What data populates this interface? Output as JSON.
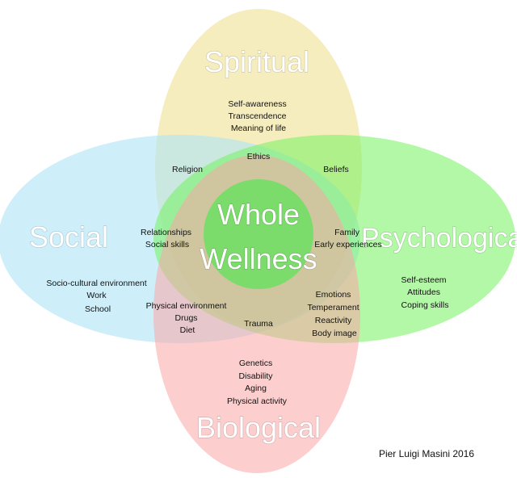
{
  "colors": {
    "spiritual": "#f3e6a6",
    "social": "#aee4f6",
    "psychological": "#74f25e",
    "biological": "#f9a5a5",
    "center": "#5fe35a"
  },
  "titles": {
    "spiritual": "Spiritual",
    "social": "Social",
    "psychological": "Psychological",
    "biological": "Biological",
    "center_line1": "Whole",
    "center_line2": "Wellness"
  },
  "groups": {
    "spiritual": [
      "Self-awareness",
      "Transcendence",
      "Meaning of life"
    ],
    "social": [
      "Socio-cultural environment",
      "Work",
      "School"
    ],
    "psychological": [
      "Self-esteem",
      "Attitudes",
      "Coping skills"
    ],
    "biological": [
      "Genetics",
      "Disability",
      "Aging",
      "Physical activity"
    ],
    "spiritual_social": [
      "Religion"
    ],
    "spiritual_center": [
      "Ethics"
    ],
    "spiritual_psychological": [
      "Beliefs"
    ],
    "social_center": [
      "Relationships",
      "Social skills"
    ],
    "psychological_center": [
      "Family",
      "Early experiences"
    ],
    "social_biological": [
      "Physical environment",
      "Drugs",
      "Diet"
    ],
    "biological_center": [
      "Trauma"
    ],
    "psychological_biological": [
      "Emotions",
      "Temperament",
      "Reactivity",
      "Body image"
    ]
  },
  "credit": "Pier Luigi Masini 2016"
}
